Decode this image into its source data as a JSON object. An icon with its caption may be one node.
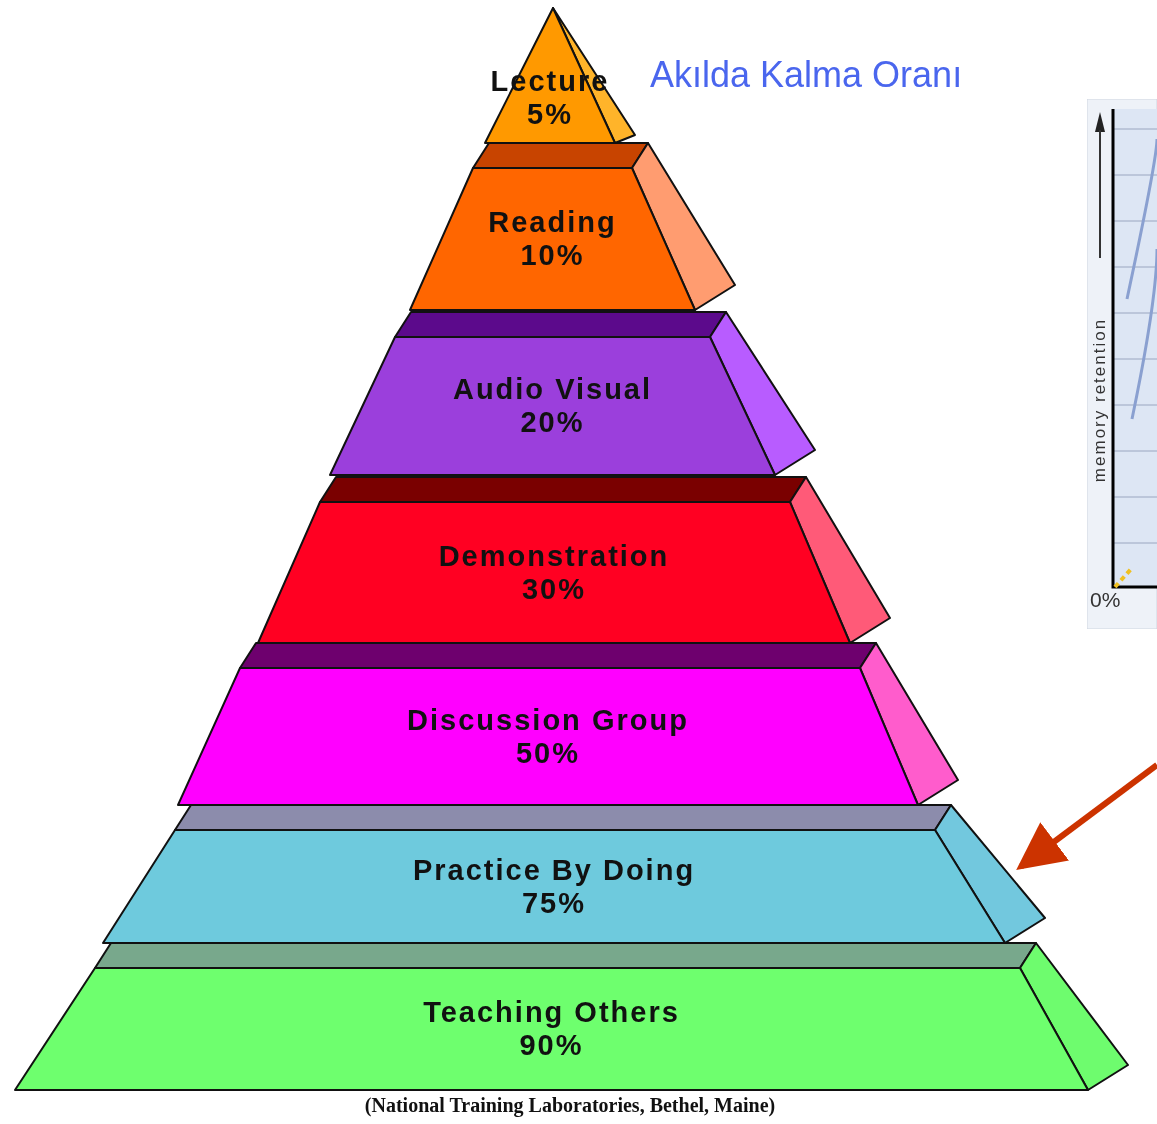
{
  "diagram": {
    "title": "Akılda Kalma Oranı",
    "caption": "(National Training Laboratories, Bethel, Maine)",
    "nodes": [
      {
        "text": [
          "Lecture",
          "5%"
        ]
      },
      {
        "text": [
          "Reading",
          "10%"
        ]
      },
      {
        "text": [
          "Audio Visual",
          "20%"
        ]
      },
      {
        "text": [
          "Demonstration",
          "30%"
        ]
      },
      {
        "text": [
          "Discussion Group",
          "50%"
        ]
      },
      {
        "text": [
          "Practice By Doing",
          "75%"
        ]
      },
      {
        "text": [
          "Teaching Others",
          "90%"
        ]
      }
    ],
    "edges": [
      {
        "from": null,
        "to": 5,
        "arrow": "to"
      }
    ],
    "labels": [
      "memory retention",
      "0%"
    ]
  }
}
